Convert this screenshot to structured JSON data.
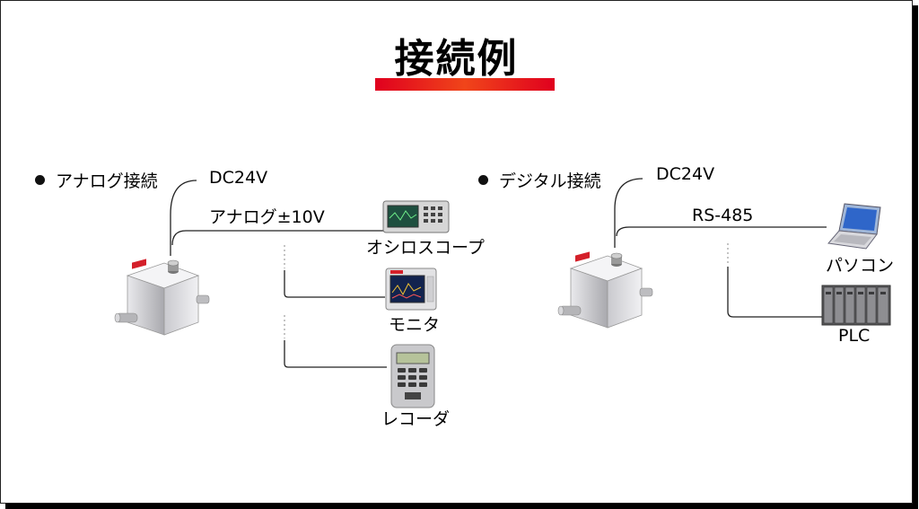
{
  "title": "接続例",
  "analog": {
    "heading": "アナログ接続",
    "power_label": "DC24V",
    "signal_label": "アナログ±10V",
    "devices": [
      "オシロスコープ",
      "モニタ",
      "レコーダ"
    ]
  },
  "digital": {
    "heading": "デジタル接続",
    "power_label": "DC24V",
    "signal_label": "RS-485",
    "devices": [
      "パソコン",
      "PLC"
    ]
  },
  "colors": {
    "title_bar": "#e0001e",
    "text": "#000000",
    "line": "#222222"
  }
}
